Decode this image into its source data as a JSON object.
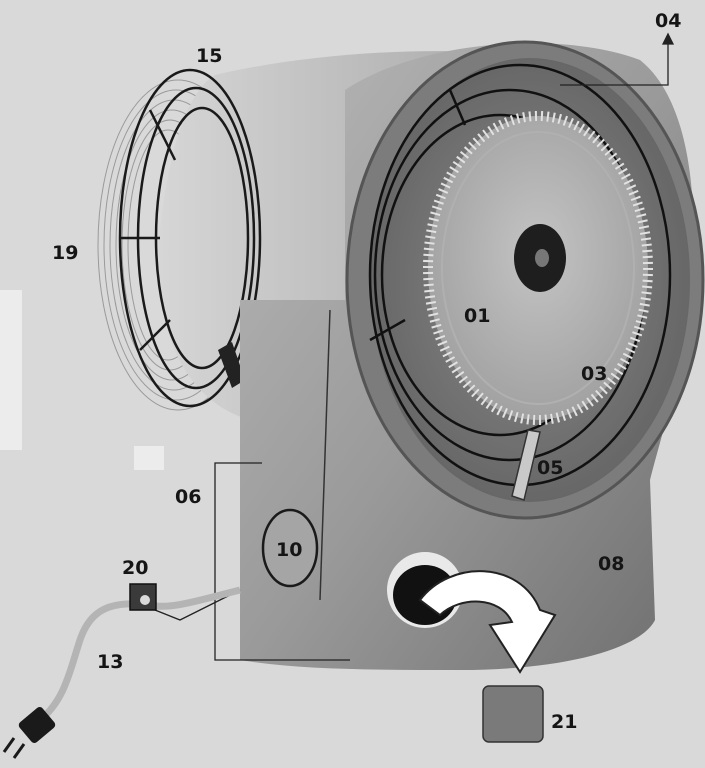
{
  "labels": {
    "l01": "01",
    "l03": "03",
    "l04": "04",
    "l05": "05",
    "l06": "06",
    "l08": "08",
    "l10": "10",
    "l13": "13",
    "l15": "15",
    "l19": "19",
    "l20": "20",
    "l21": "21"
  },
  "colors": {
    "background": "#d9d9d9",
    "body_shade": "#8c8c8c",
    "text": "#151515"
  }
}
